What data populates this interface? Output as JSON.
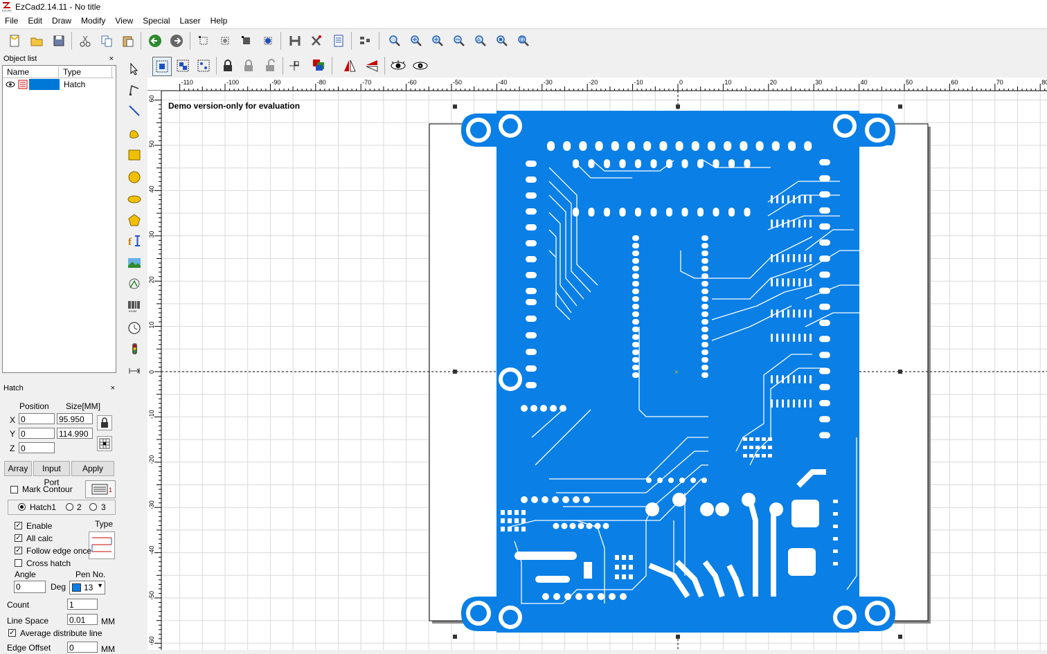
{
  "window": {
    "title": "EzCad2.14.11 - No title"
  },
  "menu": [
    "File",
    "Edit",
    "Draw",
    "Modify",
    "View",
    "Special",
    "Laser",
    "Help"
  ],
  "object_list": {
    "panel_title": "Object list",
    "close": "×",
    "columns": [
      "Name",
      "Type"
    ],
    "rows": [
      {
        "name": "",
        "type": "Hatch"
      }
    ]
  },
  "hatch_panel": {
    "panel_title": "Hatch",
    "close": "×",
    "position_label": "Position",
    "size_label": "Size[MM]",
    "x_label": "X",
    "y_label": "Y",
    "z_label": "Z",
    "x_pos": "0",
    "y_pos": "0",
    "z_pos": "0",
    "x_size": "95.950",
    "y_size": "114.990",
    "array_button": "Array",
    "input_port_button": "Input Port",
    "apply_button": "Apply",
    "mark_contour": "Mark Contour",
    "hatch1": "Hatch1",
    "hatch2": "2",
    "hatch3": "3",
    "enable": "Enable",
    "type_label": "Type",
    "all_calc": "All calc",
    "follow_edge_once": "Follow edge once",
    "cross_hatch": "Cross hatch",
    "angle_label": "Angle",
    "angle_value": "0",
    "deg_label": "Deg",
    "pen_label": "Pen No.",
    "pen_value": "13",
    "count_label": "Count",
    "count_value": "1",
    "line_space_label": "Line Space",
    "line_space_value": "0.01",
    "mm_label": "MM",
    "avg_distribute": "Average distribute line",
    "edge_offset_label": "Edge Offset",
    "edge_offset_value": "0",
    "edge_offset_unit": "MM"
  },
  "canvas": {
    "watermark": "Demo version-only for evaluation",
    "h_ticks": [
      "-110",
      "-100",
      "-90",
      "-80",
      "-70",
      "-60",
      "-50",
      "-40",
      "-30",
      "-20",
      "-10",
      "0",
      "10",
      "20",
      "30",
      "40",
      "50",
      "60",
      "70",
      "80"
    ],
    "v_ticks": [
      "60",
      "50",
      "40",
      "30",
      "20",
      "10",
      "0",
      "-10",
      "-20",
      "-30",
      "-40",
      "-50",
      "-60"
    ],
    "pcb_color": "#0a7fe6"
  },
  "colors": {
    "pen_swatch": "#0a7fe6",
    "selection": "#0078d7"
  }
}
